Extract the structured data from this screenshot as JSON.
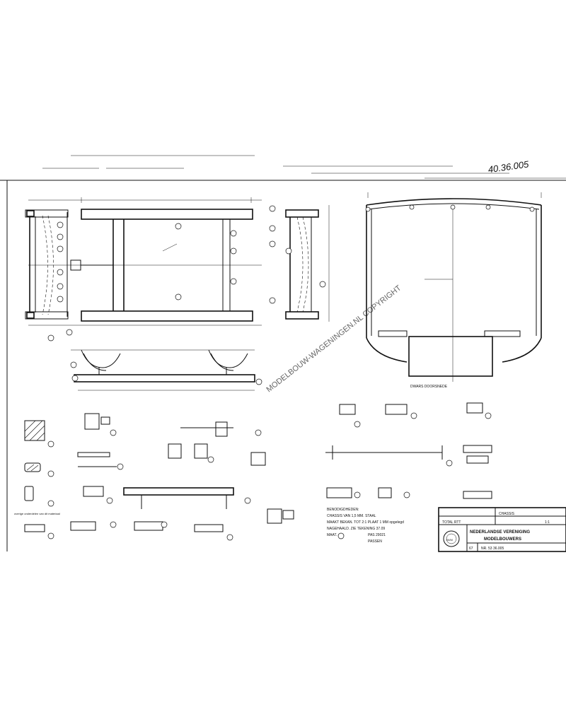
{
  "drawing_number_handwritten": "40.36.005",
  "watermark": "MODELBOUW-WAGENINGEN.NL COPYRIGHT",
  "section_label": "DWARS DOORSNEDE",
  "title_block": {
    "drawing_title": "CHASSIS",
    "sub_title": "TOTAL RTT",
    "scale": "1:1",
    "organisation_line1": "NEDERLANDSE VERENIGING",
    "organisation_line2": "MODELBOUWERS",
    "sheet_ref": "67",
    "drawing_code": "NR. 53  36.005",
    "seal_text": "NVM"
  },
  "notes": [
    "BENODIGDHEDEN:",
    "CHASSIS VAN 1,5 MM. STAAL",
    "MAAKT BEKAN. TOT 2:1 PLAAT 1 MM opgelegd",
    "NAGEHAALD. ZIE TEKENING 37.09",
    "MAAT.",
    "PAS 29021",
    "PASSEN"
  ],
  "side_note": "overige onderdelen van dit materiaal"
}
